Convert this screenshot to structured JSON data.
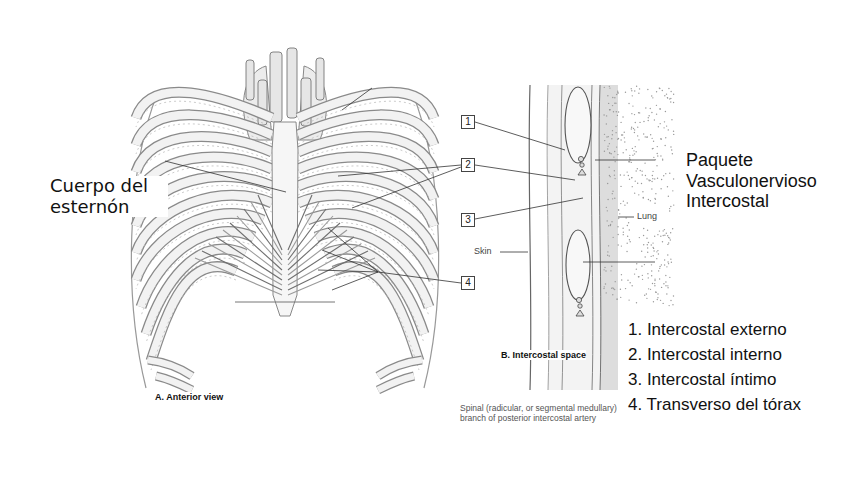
{
  "diagram": {
    "nodes": [
      {
        "text": [
          "1"
        ]
      },
      {
        "text": [
          "2"
        ]
      },
      {
        "text": [
          "3"
        ]
      },
      {
        "text": [
          "4"
        ]
      }
    ],
    "labels": [
      "Cuerpo del esternón",
      "Paquete Vasculonervioso Intercostal",
      "Lung",
      "Skin",
      "A. Anterior view",
      "B. Intercostal space",
      "1. Intercostal externo",
      "2. Intercostal interno",
      "3. Intercostal íntimo",
      "4. Transverso del tórax",
      "Spinal (radicular, or segmental medullary) branch of posterior intercostal artery"
    ]
  }
}
